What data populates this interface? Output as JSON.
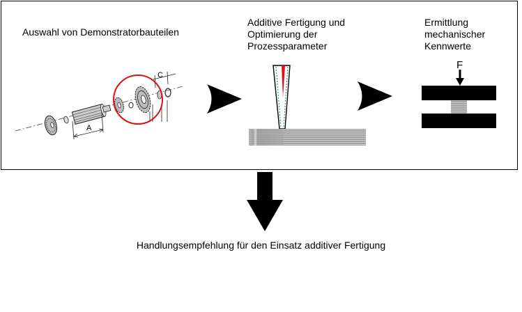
{
  "steps": [
    {
      "label": "Auswahl von Demonstratorbauteilen"
    },
    {
      "label": "Additive Fertigung und\nOptimierung der\nProzessparameter"
    },
    {
      "label": "Ermittlung\nmechanischer\nKennwerte"
    }
  ],
  "illustrations": {
    "dimension_a": "A",
    "dimension_c": "C",
    "force": "F"
  },
  "result": {
    "label": "Handlungsempfehlung für den Einsatz additiver Fertigung"
  },
  "colors": {
    "highlight": "#dd1111",
    "nozzle_core": "#dd1111",
    "nozzle_stripe": "#2a7a6a",
    "block": "#000000",
    "specimen": "#a8a8a8"
  }
}
